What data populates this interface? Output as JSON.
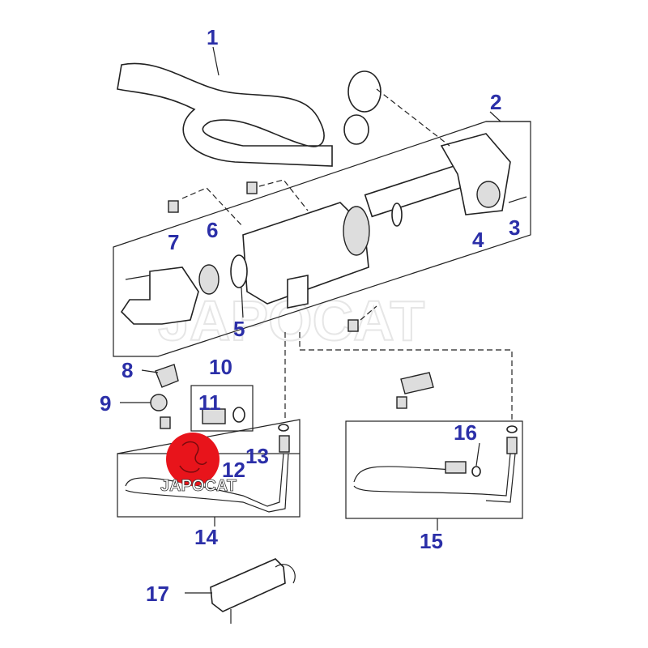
{
  "diagram": {
    "watermark": "JAPOCAT",
    "logo_text": "JAPOCAT",
    "label_color": "#2b2fa8",
    "logo_color": "#e8141b",
    "callouts": [
      {
        "id": "1",
        "text": "1"
      },
      {
        "id": "2",
        "text": "2"
      },
      {
        "id": "3",
        "text": "3"
      },
      {
        "id": "4",
        "text": "4"
      },
      {
        "id": "5",
        "text": "5"
      },
      {
        "id": "6",
        "text": "6"
      },
      {
        "id": "7",
        "text": "7"
      },
      {
        "id": "8",
        "text": "8"
      },
      {
        "id": "9",
        "text": "9"
      },
      {
        "id": "10",
        "text": "10"
      },
      {
        "id": "11",
        "text": "11"
      },
      {
        "id": "12",
        "text": "12"
      },
      {
        "id": "13",
        "text": "13"
      },
      {
        "id": "14",
        "text": "14"
      },
      {
        "id": "15",
        "text": "15"
      },
      {
        "id": "16",
        "text": "16"
      },
      {
        "id": "17",
        "text": "17"
      }
    ]
  }
}
